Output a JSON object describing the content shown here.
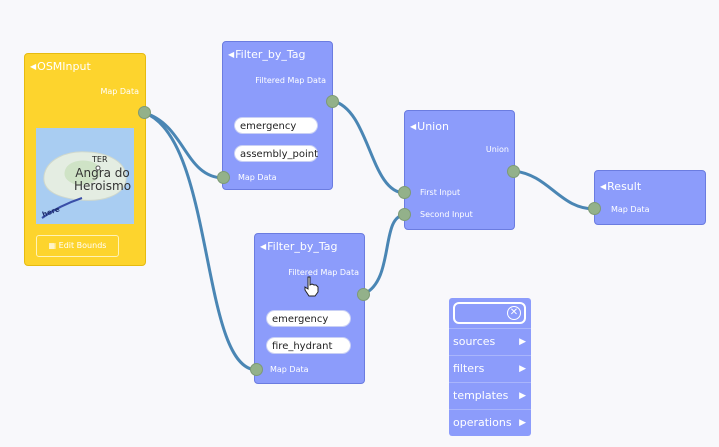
{
  "nodes": {
    "osm_input": {
      "title": "OSMInput",
      "output": "Map Data",
      "button": "Edit Bounds",
      "map": {
        "place": "Angra do Heroismo",
        "place_line1": "Angra do",
        "place_line2": "Heroismo",
        "marker": "TER",
        "brand": "here"
      }
    },
    "filter1": {
      "title": "Filter_by_Tag",
      "output": "Filtered Map Data",
      "input": "Map Data",
      "key": "emergency",
      "value": "assembly_point"
    },
    "filter2": {
      "title": "Filter_by_Tag",
      "output": "Filtered Map Data",
      "input": "Map Data",
      "key": "emergency",
      "value": "fire_hydrant"
    },
    "union": {
      "title": "Union",
      "output": "Union",
      "input1": "First Input",
      "input2": "Second Input"
    },
    "result": {
      "title": "Result",
      "input": "Map Data"
    }
  },
  "palette": {
    "search_placeholder": "",
    "items": [
      {
        "label": "sources"
      },
      {
        "label": "filters"
      },
      {
        "label": "templates"
      },
      {
        "label": "operations"
      }
    ]
  },
  "colors": {
    "node": "#8c9cfb",
    "source_node": "#fdd42d",
    "edge": "#4a86b4",
    "port": "#93b18a"
  }
}
